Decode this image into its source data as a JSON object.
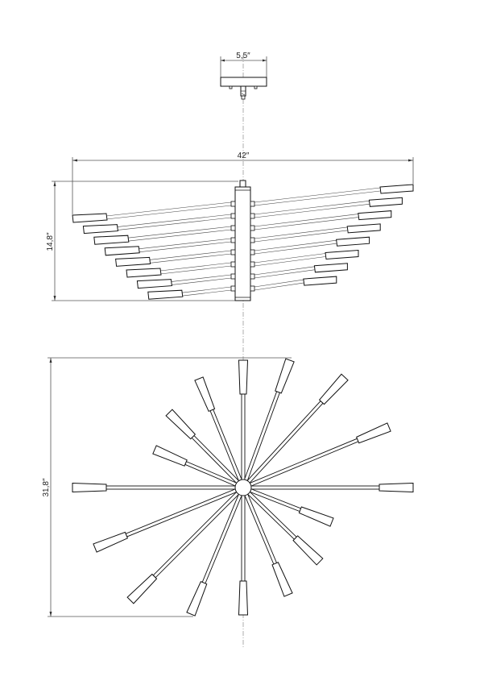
{
  "drawing": {
    "canopy_width_label": "5,5″",
    "overall_width_label": "42″",
    "height_label": "14,8″",
    "depth_label": "31,8″",
    "side_view_lamps_per_side": 8,
    "top_view_arm_count": 16,
    "line_color": "#111111",
    "dimension_color": "#555555"
  }
}
